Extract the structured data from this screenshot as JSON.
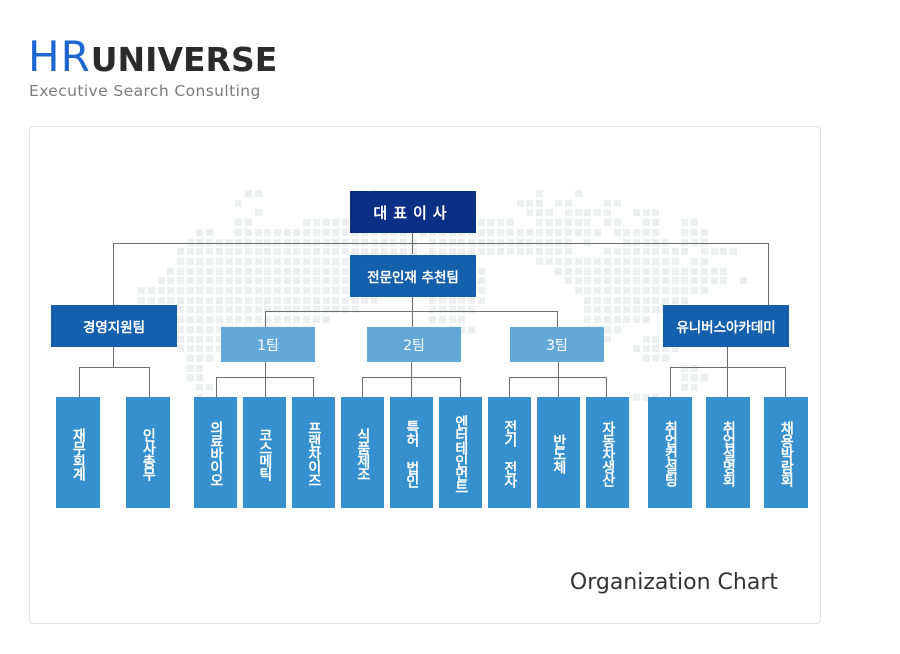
{
  "logo": {
    "hr": "HR",
    "universe": "UNIVERSE",
    "tagline": "Executive Search Consulting"
  },
  "colors": {
    "brand_blue": "#1e66cf",
    "ceo": "#0c2f86",
    "dept": "#1560ad",
    "team": "#64a8d8",
    "unit": "#3590cd",
    "connector": "#6d6d6d",
    "map_dot": "#eeeff1"
  },
  "org": {
    "ceo": "대표이사",
    "core": "전문인재 추천팀",
    "left_dept": "경영지원팀",
    "right_dept": "유니버스아카데미",
    "teams": [
      "1팀",
      "2팀",
      "3팀"
    ],
    "left_units": [
      "재무회계",
      "인사총무"
    ],
    "team1_units": [
      "의료바이오",
      "코스메틱",
      "프랜차이즈"
    ],
    "team2_units": [
      "식품제조",
      "특허 법인",
      "엔터테인먼트"
    ],
    "team3_units": [
      "전기 전자",
      "반도체",
      "자동차생산"
    ],
    "right_units": [
      "취업컨설팅",
      "취업설명회",
      "채용박람회"
    ]
  },
  "caption": "Organization Chart"
}
